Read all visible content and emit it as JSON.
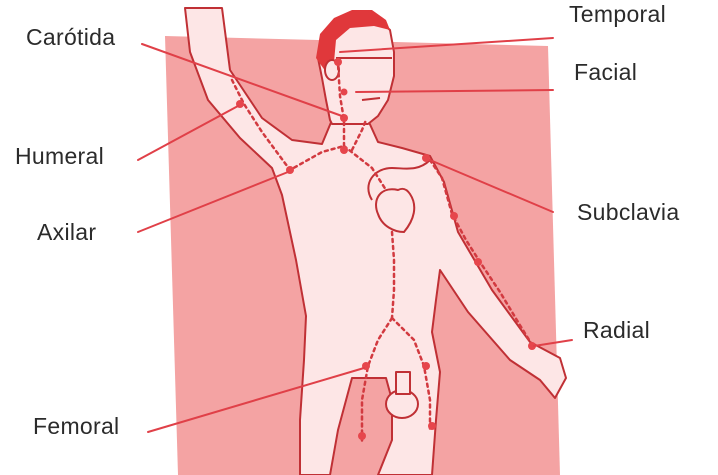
{
  "figure": {
    "labels": {
      "temporal": "Temporal",
      "carotida": "Carótida",
      "facial": "Facial",
      "humeral": "Humeral",
      "subclavia": "Subclavia",
      "axilar": "Axilar",
      "radial": "Radial",
      "femoral": "Femoral"
    },
    "colors": {
      "background_panel": "#f4a3a3",
      "body": "#fde6e6",
      "hair": "#e0383b",
      "outline": "#c03035",
      "pulse_point": "#e6464c",
      "leader_line": "#e04048",
      "label_text": "#2b2b2b"
    }
  }
}
